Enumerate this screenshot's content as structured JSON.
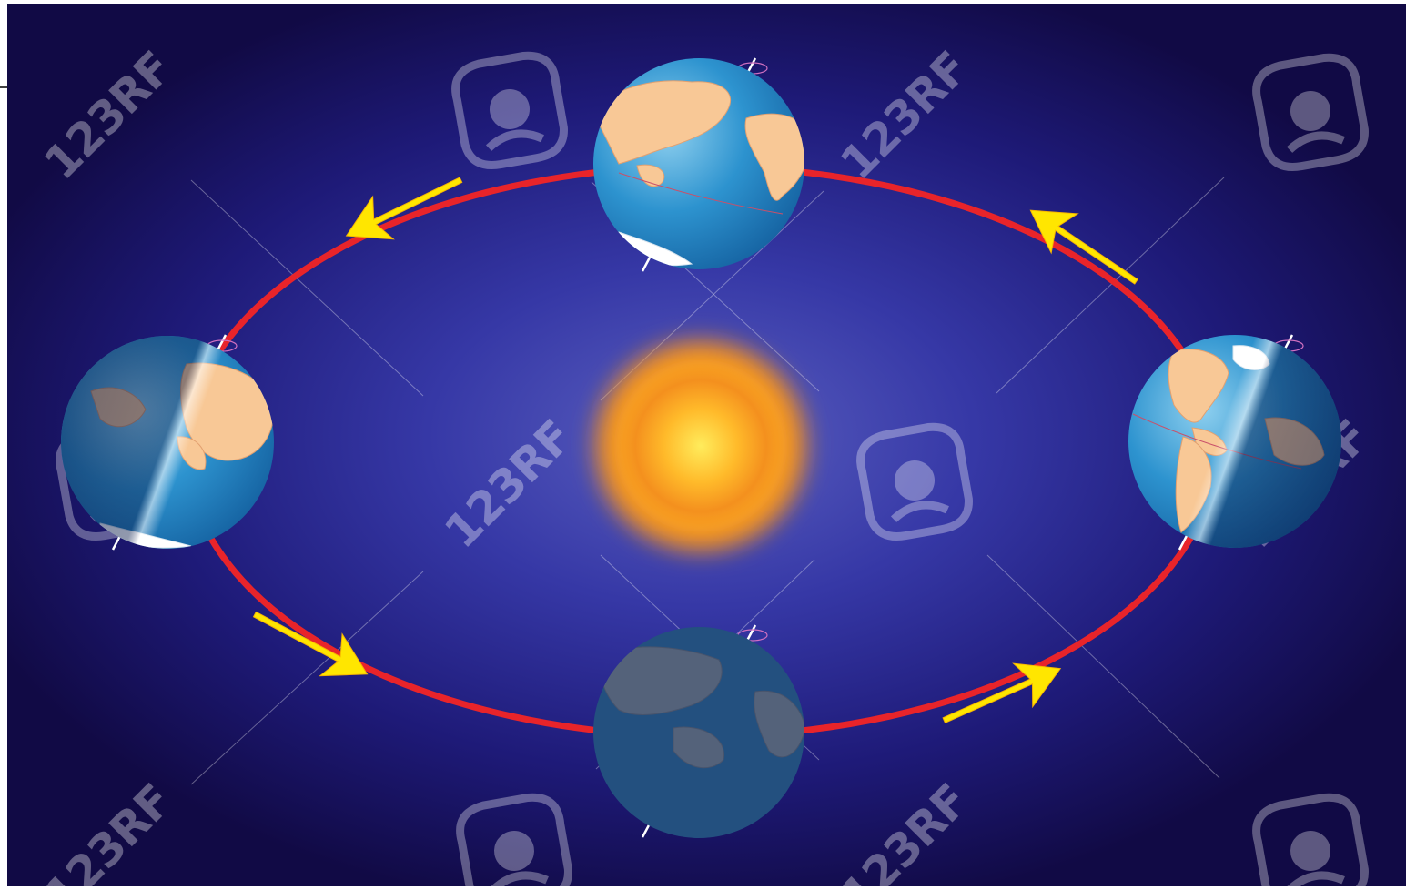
{
  "diagram": {
    "kind": "earth-orbit-seasons",
    "colors": {
      "space_dark": "#110a45",
      "space_glow": "#5a5fc0",
      "orbit": "#e8242a",
      "arrow": "#ffe600",
      "sun_core": "#ffe85a",
      "sun_edge": "#f08a1a",
      "ocean": "#1f86c4",
      "land": "#f8c896"
    },
    "orbit_direction": "counterclockwise",
    "earths": [
      {
        "position": "top",
        "lighting": "fully-lit",
        "visible_continents": [
          "asia",
          "north-america",
          "antarctica"
        ]
      },
      {
        "position": "left",
        "lighting": "half-lit",
        "visible_continents": [
          "asia",
          "australia",
          "antarctica"
        ]
      },
      {
        "position": "right",
        "lighting": "half-lit",
        "visible_continents": [
          "north-america",
          "south-america",
          "greenland"
        ]
      },
      {
        "position": "bottom",
        "lighting": "in-shadow",
        "visible_continents": [
          "asia",
          "australia"
        ]
      }
    ],
    "watermark": {
      "text": "123RF"
    }
  }
}
